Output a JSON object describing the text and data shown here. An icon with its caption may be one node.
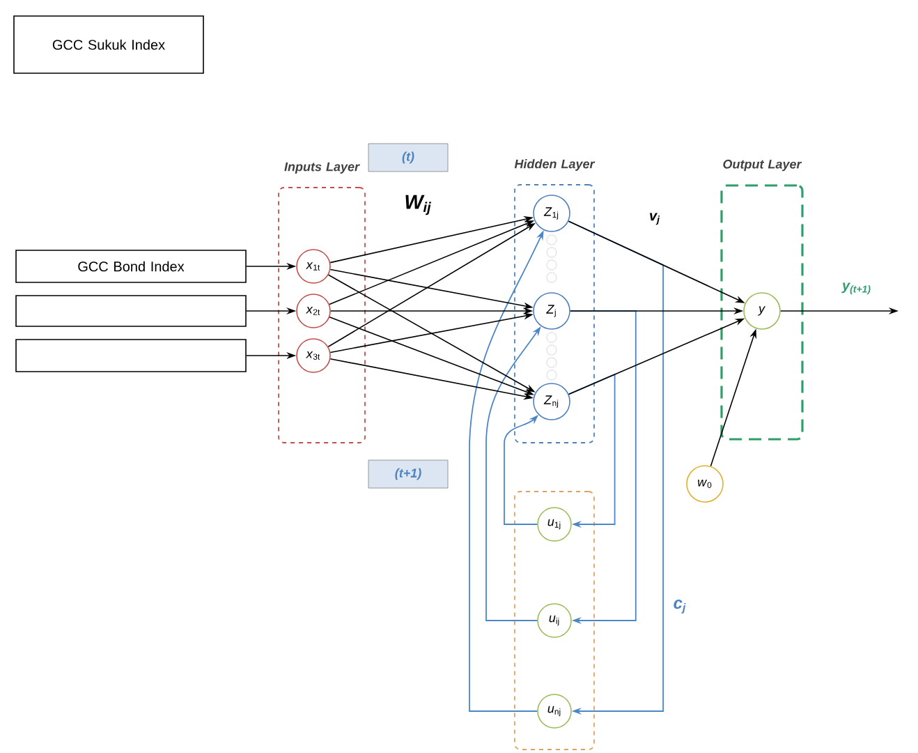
{
  "diagram": {
    "nodes": [
      {
        "text": [
          "GCC Sukuk Index"
        ]
      },
      {
        "text": [
          "GCC Bond Index"
        ]
      },
      {
        "text": [],
        "shape": "box"
      },
      {
        "text": [],
        "shape": "box"
      },
      {
        "text": [
          "Inputs Layer"
        ]
      },
      {
        "text": [
          "*x*$_{1t}$"
        ],
        "in": 4
      },
      {
        "text": [
          "*x*$_{2t}$"
        ],
        "in": 4
      },
      {
        "text": [
          "*x*$_{3t}$"
        ],
        "in": 4
      },
      {
        "text": [
          "(t)"
        ]
      },
      {
        "text": [
          "Hidden Layer"
        ]
      },
      {
        "text": [
          "*Z*$_{1j}$"
        ],
        "in": 9
      },
      {
        "text": [
          "*Z*$_{j}$"
        ],
        "in": 9
      },
      {
        "text": [
          "*Z*$_{nj}$"
        ],
        "in": 9
      },
      {
        "text": [
          "Output Layer"
        ]
      },
      {
        "text": [
          "*y*"
        ],
        "in": 13
      },
      {
        "text": [
          "(t+1)"
        ]
      },
      {
        "text": [],
        "shape": "box"
      },
      {
        "text": [
          "*u*$_{1j}$"
        ],
        "in": 16
      },
      {
        "text": [
          "*u*$_{ij}$"
        ],
        "in": 16
      },
      {
        "text": [
          "*u*$_{nj}$"
        ],
        "in": 16
      },
      {
        "text": [
          "*w*$_{0}$"
        ]
      }
    ],
    "edges": [
      {
        "from": 1,
        "to": 5,
        "arrow": "to"
      },
      {
        "from": 2,
        "to": 6,
        "arrow": "to"
      },
      {
        "from": 3,
        "to": 7,
        "arrow": "to"
      },
      {
        "from": 5,
        "to": 10,
        "arrow": "to"
      },
      {
        "from": 5,
        "to": 11,
        "arrow": "to"
      },
      {
        "from": 5,
        "to": 12,
        "arrow": "to"
      },
      {
        "from": 6,
        "to": 10,
        "arrow": "to"
      },
      {
        "from": 6,
        "to": 11,
        "arrow": "to"
      },
      {
        "from": 6,
        "to": 12,
        "arrow": "to"
      },
      {
        "from": 7,
        "to": 10,
        "arrow": "to"
      },
      {
        "from": 7,
        "to": 11,
        "arrow": "to"
      },
      {
        "from": 7,
        "to": 12,
        "arrow": "to"
      },
      {
        "from": 10,
        "to": 14,
        "arrow": "to"
      },
      {
        "from": 11,
        "to": 14,
        "arrow": "to"
      },
      {
        "from": 12,
        "to": 14,
        "arrow": "to"
      },
      {
        "from": 20,
        "to": 14,
        "arrow": "to"
      },
      {
        "from": 14,
        "to": null,
        "arrow": "to",
        "label": "*y*$_{(t+1)}$"
      },
      {
        "from": 10,
        "to": 19,
        "arrow": "to",
        "color": "#4a86c8"
      },
      {
        "from": 11,
        "to": 18,
        "arrow": "to",
        "color": "#4a86c8"
      },
      {
        "from": 12,
        "to": 17,
        "arrow": "to",
        "color": "#4a86c8"
      },
      {
        "from": 17,
        "to": 12,
        "arrow": "to",
        "color": "#4a86c8"
      },
      {
        "from": 18,
        "to": 11,
        "arrow": "to",
        "color": "#4a86c8"
      },
      {
        "from": 19,
        "to": 10,
        "arrow": "to",
        "color": "#4a86c8"
      }
    ],
    "labels": [
      "*W*$_{ij}$",
      "*v*$_{j}$",
      "*c*$_{j}$"
    ]
  }
}
